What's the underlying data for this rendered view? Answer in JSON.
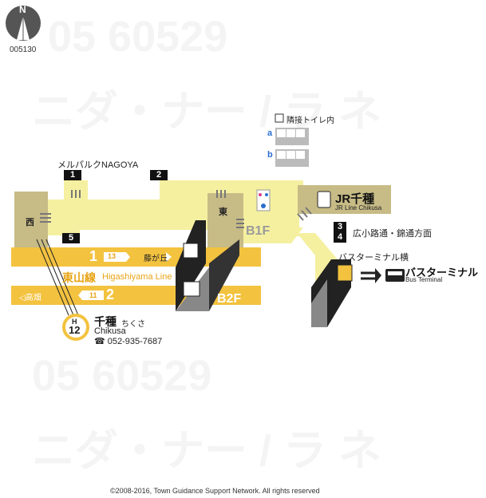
{
  "map_code": "005130",
  "compass_label": "N",
  "copyright": "©2008-2016, Town Guidance Support Network. All rights reserved",
  "colors": {
    "concourse": "#f5f0a0",
    "platform": "#f3c23f",
    "building": "#c7bb86",
    "line_text": "#e8a415",
    "jr_box": "#c7bb86"
  },
  "labels": {
    "meruparuku": "メルパルクNAGOYA",
    "west": "西",
    "east": "東",
    "b1f": "B1F",
    "b2f": "B2F",
    "jr_name": "JR千種",
    "jr_en": "JR Line Chikusa",
    "hirokoji": "広小路通・錦通方面",
    "bus_side": "バスターミナル横",
    "bus_name": "バスターミナル",
    "bus_en": "Bus Terminal",
    "toilet_note": "隣接トイレ内",
    "toilet_a": "a",
    "toilet_b": "b"
  },
  "exits": [
    "1",
    "2",
    "3",
    "4",
    "5"
  ],
  "platforms": {
    "track1": "1",
    "track1_dir": "藤が丘",
    "track1_next": "13",
    "track2": "2",
    "track2_dir": "◁高畑",
    "track2_next": "11",
    "line_name_ja": "東山線",
    "line_name_en": "Higashiyama Line"
  },
  "station": {
    "line_letter": "H",
    "number": "12",
    "name_ja": "千種",
    "name_kana": "ちくさ",
    "name_en": "Chikusa",
    "phone": "☎ 052-935-7687"
  }
}
